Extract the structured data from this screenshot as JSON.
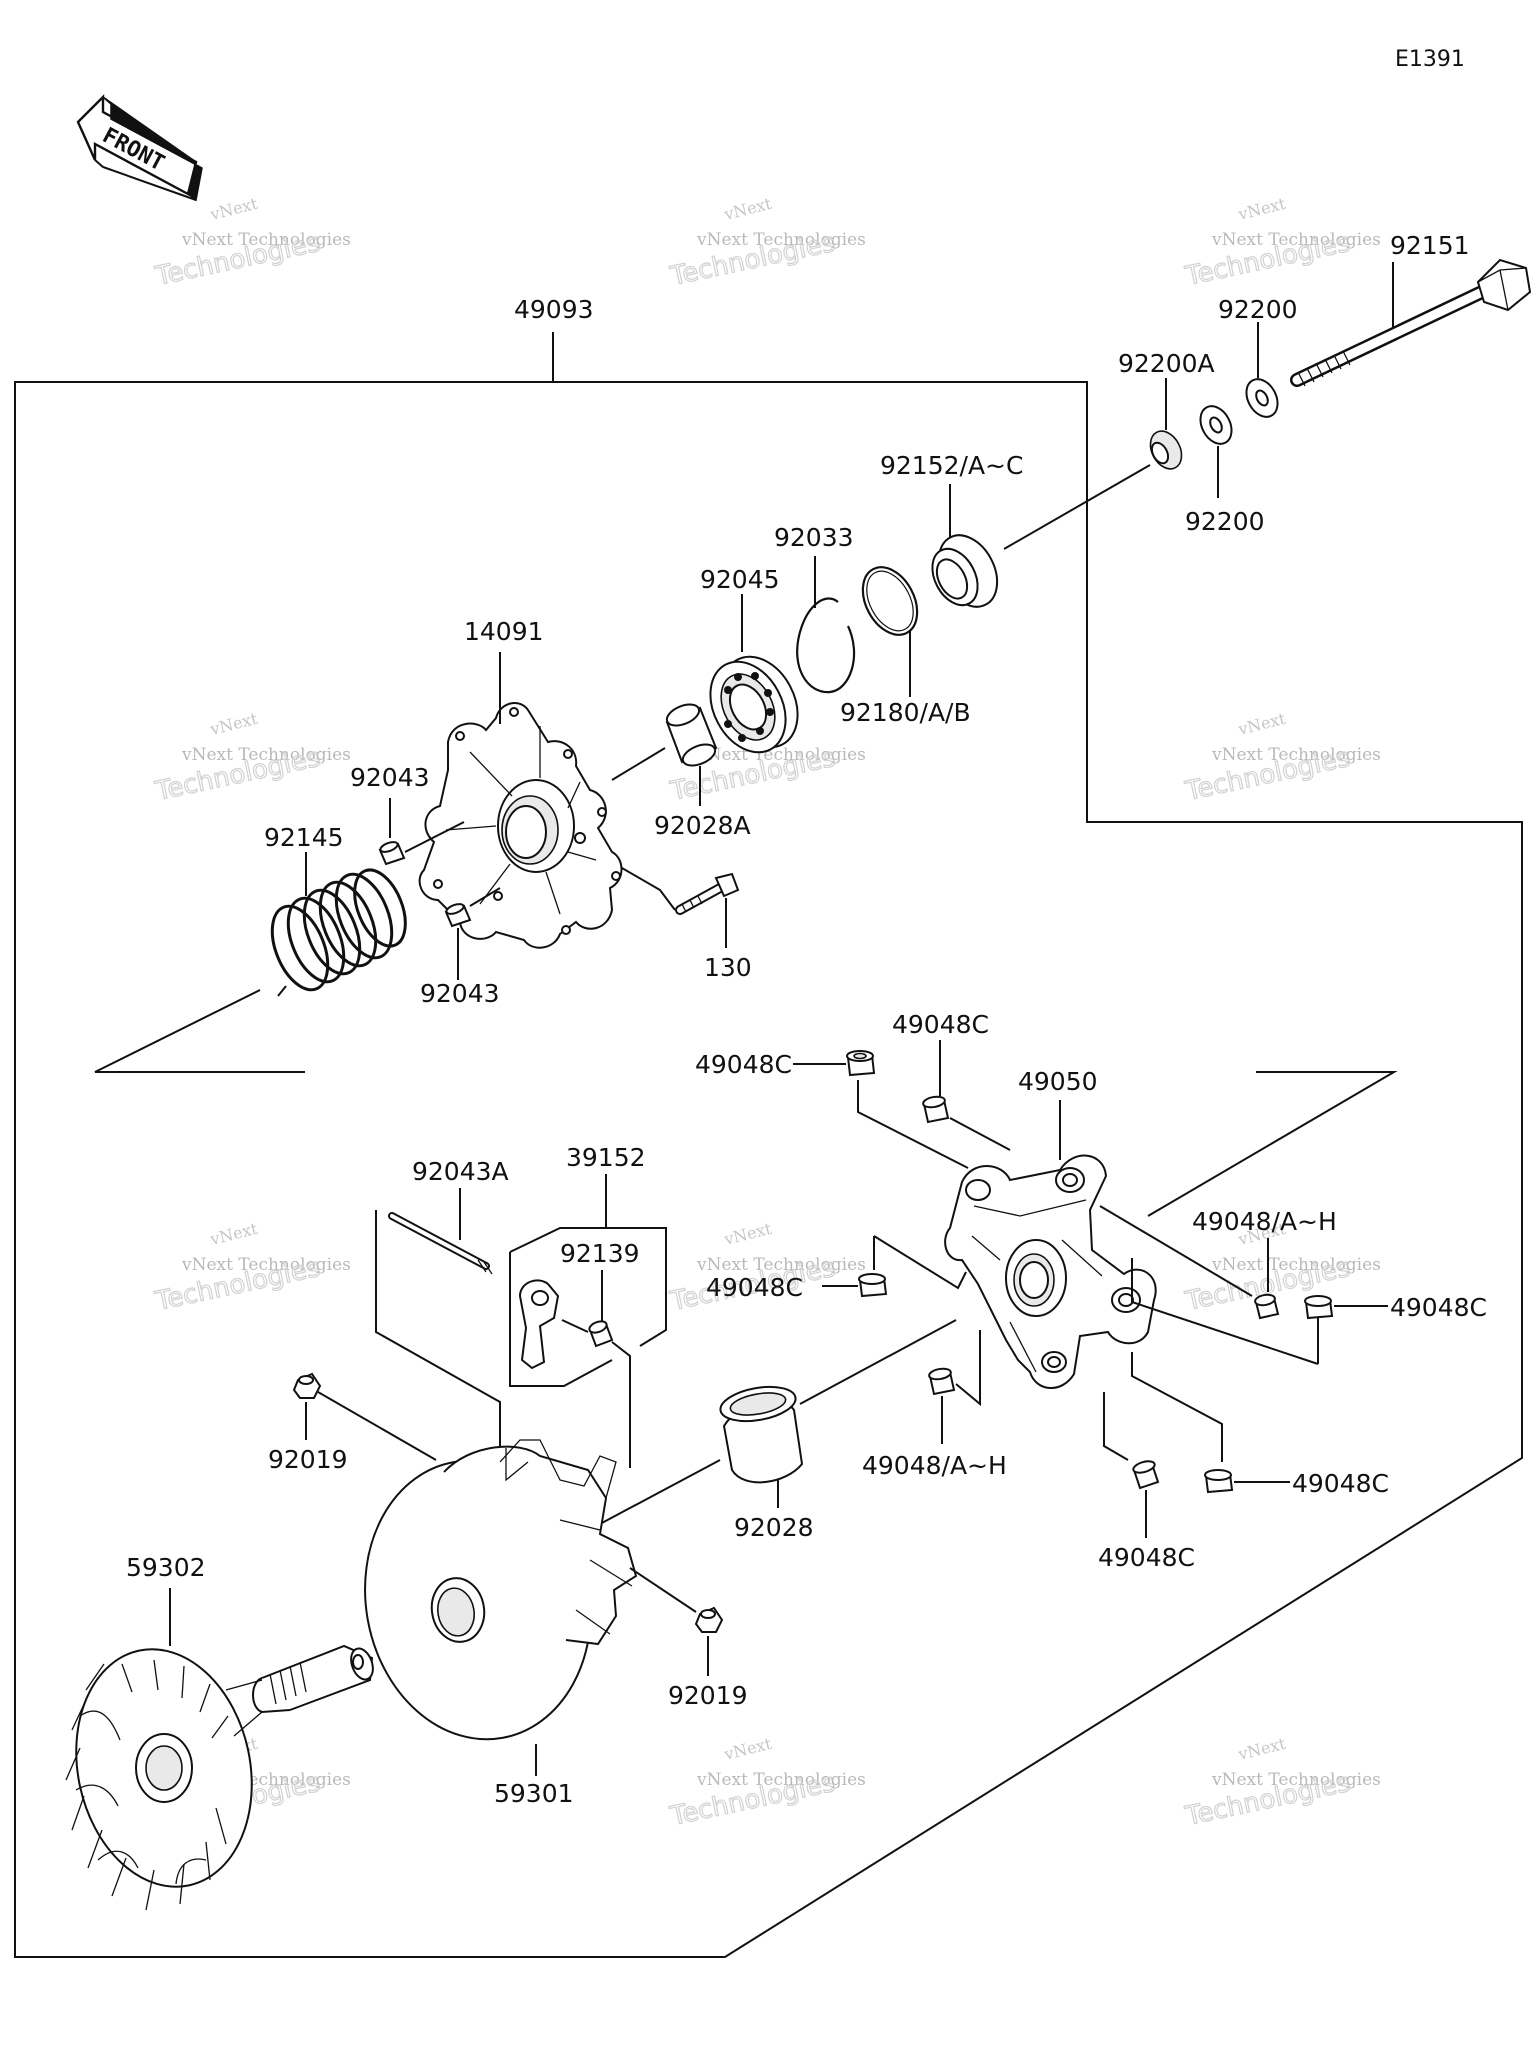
{
  "diagram_code": "E1391",
  "front_label": "FRONT",
  "watermark": {
    "line1": "vNext Technologies",
    "line2": "Technologies",
    "line3": "vNext"
  },
  "parts": {
    "p49093": "49093",
    "p92151": "92151",
    "p92200_top": "92200",
    "p92200A": "92200A",
    "p92200_bottom": "92200",
    "p92152": "92152/A~C",
    "p92033": "92033",
    "p92045": "92045",
    "p92180": "92180/A/B",
    "p14091": "14091",
    "p92043_top": "92043",
    "p92028A": "92028A",
    "p92145": "92145",
    "p130": "130",
    "p92043_bottom": "92043",
    "p49048C_a": "49048C",
    "p49048C_b": "49048C",
    "p49050": "49050",
    "p92043A": "92043A",
    "p39152": "39152",
    "p92139": "92139",
    "p49048H_right": "49048/A~H",
    "p49048C_mid": "49048C",
    "p49048C_right": "49048C",
    "p92019_left": "92019",
    "p49048H_bottom": "49048/A~H",
    "p92028": "92028",
    "p49048C_r2": "49048C",
    "p49048C_bot": "49048C",
    "p59302": "59302",
    "p92019_bottom": "92019",
    "p59301": "59301"
  }
}
